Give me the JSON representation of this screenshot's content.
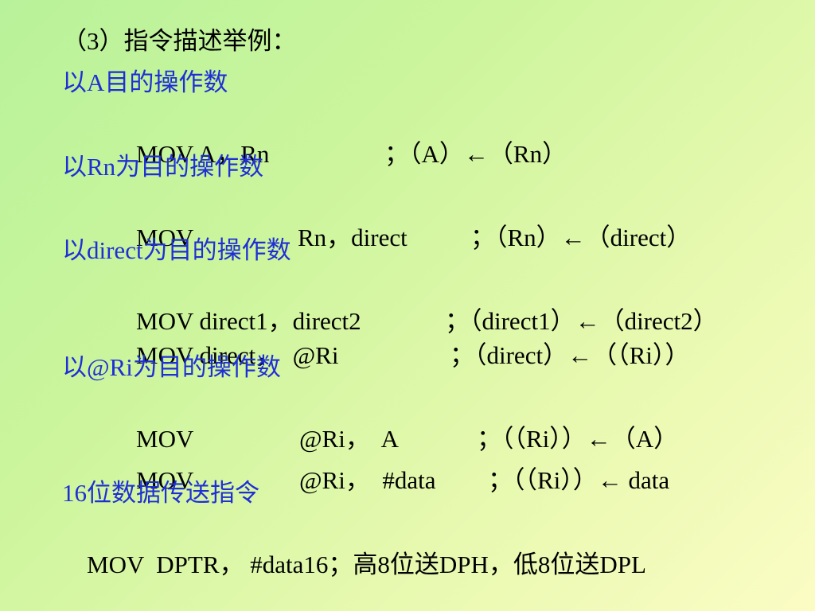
{
  "slide": {
    "title": "（3）指令描述举例：",
    "sections": [
      {
        "heading": "以A目的操作数",
        "lines": [
          {
            "instr": "MOV A，Rn",
            "comment": "；（A）←（Rn）"
          }
        ]
      },
      {
        "heading": "以Rn为目的操作数",
        "lines": [
          {
            "op": "MOV",
            "operand": "Rn，direct",
            "comment": "；（Rn）←（direct）"
          }
        ]
      },
      {
        "heading": "以direct为目的操作数",
        "lines": [
          {
            "instr": "MOV direct1，direct2",
            "comment": "；（direct1）←（direct2）"
          },
          {
            "instr": "MOV direct，  @Ri",
            "comment": "；（direct）←（（Ri））"
          }
        ]
      },
      {
        "heading": "以@Ri为目的操作数",
        "lines": [
          {
            "op": "MOV",
            "operand": "@Ri，  A",
            "comment": "；（（Ri））←（A）"
          },
          {
            "op": "MOV",
            "operand": "@Ri，  #data",
            "comment": "；（（Ri））← data"
          }
        ]
      },
      {
        "heading": "16位数据传送指令",
        "lines": [
          {
            "instr": "MOV  DPTR， #data16；高8位送DPH，低8位送DPL"
          }
        ]
      }
    ]
  },
  "colors": {
    "heading": "#1f2fd6",
    "text": "#000000"
  }
}
